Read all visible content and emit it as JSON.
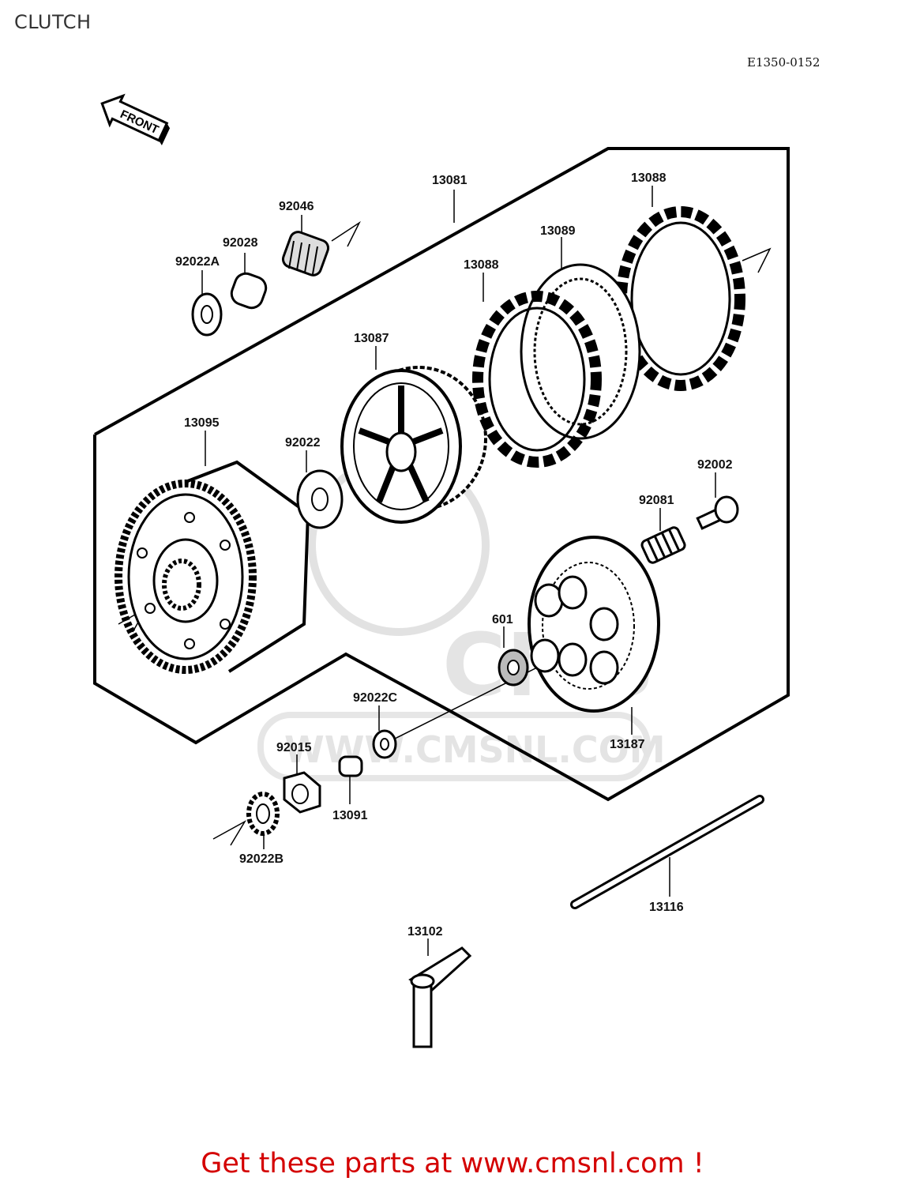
{
  "header": {
    "title": "CLUTCH",
    "diagram_code": "E1350-0152"
  },
  "front_arrow": {
    "label": "FRONT"
  },
  "watermark": {
    "text": "CMS",
    "url": "WWW.CMSNL.COM"
  },
  "parts": {
    "p13081": "13081",
    "p13088a": "13088",
    "p13089": "13089",
    "p13088b": "13088",
    "p92046": "92046",
    "p92028": "92028",
    "p92022A": "92022A",
    "p13087": "13087",
    "p13095": "13095",
    "p92022": "92022",
    "p92002": "92002",
    "p92081": "92081",
    "p601": "601",
    "p92022C": "92022C",
    "p13187": "13187",
    "p92015": "92015",
    "p13091": "13091",
    "p92022B": "92022B",
    "p13116": "13116",
    "p13102": "13102"
  },
  "footer": {
    "text": "Get these parts at www.cmsnl.com !"
  }
}
